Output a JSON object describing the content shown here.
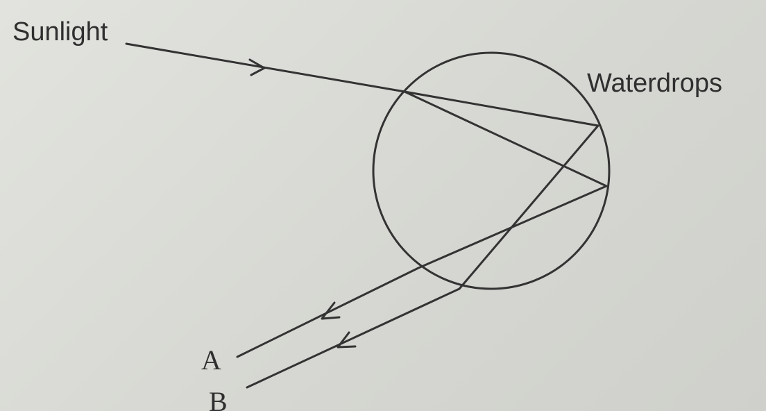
{
  "labels": {
    "sunlight": "Sunlight",
    "waterdrops": "Waterdrops",
    "ray_a": "A",
    "ray_b": "B"
  },
  "colors": {
    "ink": "#333333",
    "paper": "#dcddd8"
  }
}
